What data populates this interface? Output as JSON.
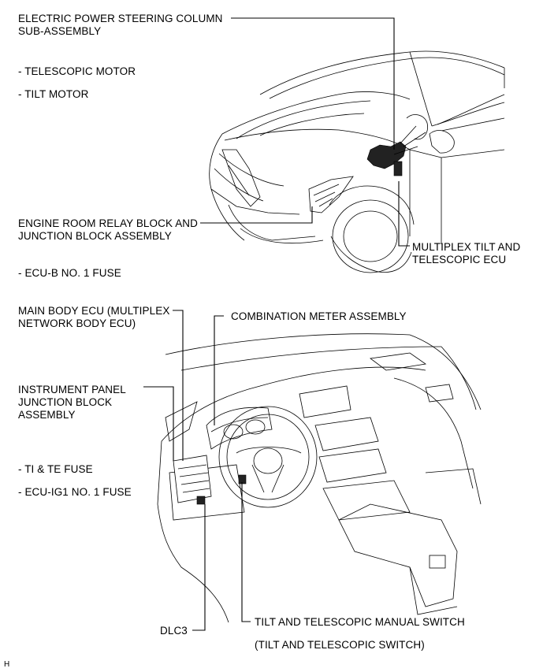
{
  "labels": {
    "eps_column": [
      "ELECTRIC POWER STEERING COLUMN",
      "SUB-ASSEMBLY"
    ],
    "telescopic_motor": "- TELESCOPIC MOTOR",
    "tilt_motor": "- TILT MOTOR",
    "engine_room_relay": [
      "ENGINE ROOM RELAY BLOCK AND",
      "JUNCTION BLOCK ASSEMBLY"
    ],
    "ecu_b_fuse": "- ECU-B NO. 1 FUSE",
    "multiplex_tilt_ecu": [
      "MULTIPLEX TILT AND",
      "TELESCOPIC ECU"
    ],
    "main_body_ecu": [
      "MAIN BODY ECU (MULTIPLEX",
      "NETWORK BODY ECU)"
    ],
    "combination_meter": "COMBINATION METER ASSEMBLY",
    "instrument_panel_jb": [
      "INSTRUMENT PANEL",
      "JUNCTION BLOCK",
      "ASSEMBLY"
    ],
    "ti_te_fuse": "- TI & TE FUSE",
    "ecu_ig1_fuse": "- ECU-IG1 NO. 1 FUSE",
    "tilt_tele_switch": "TILT AND TELESCOPIC MANUAL SWITCH",
    "tilt_tele_switch_alt": "(TILT AND TELESCOPIC SWITCH)",
    "dlc3": "DLC3",
    "corner_mark": "H"
  }
}
